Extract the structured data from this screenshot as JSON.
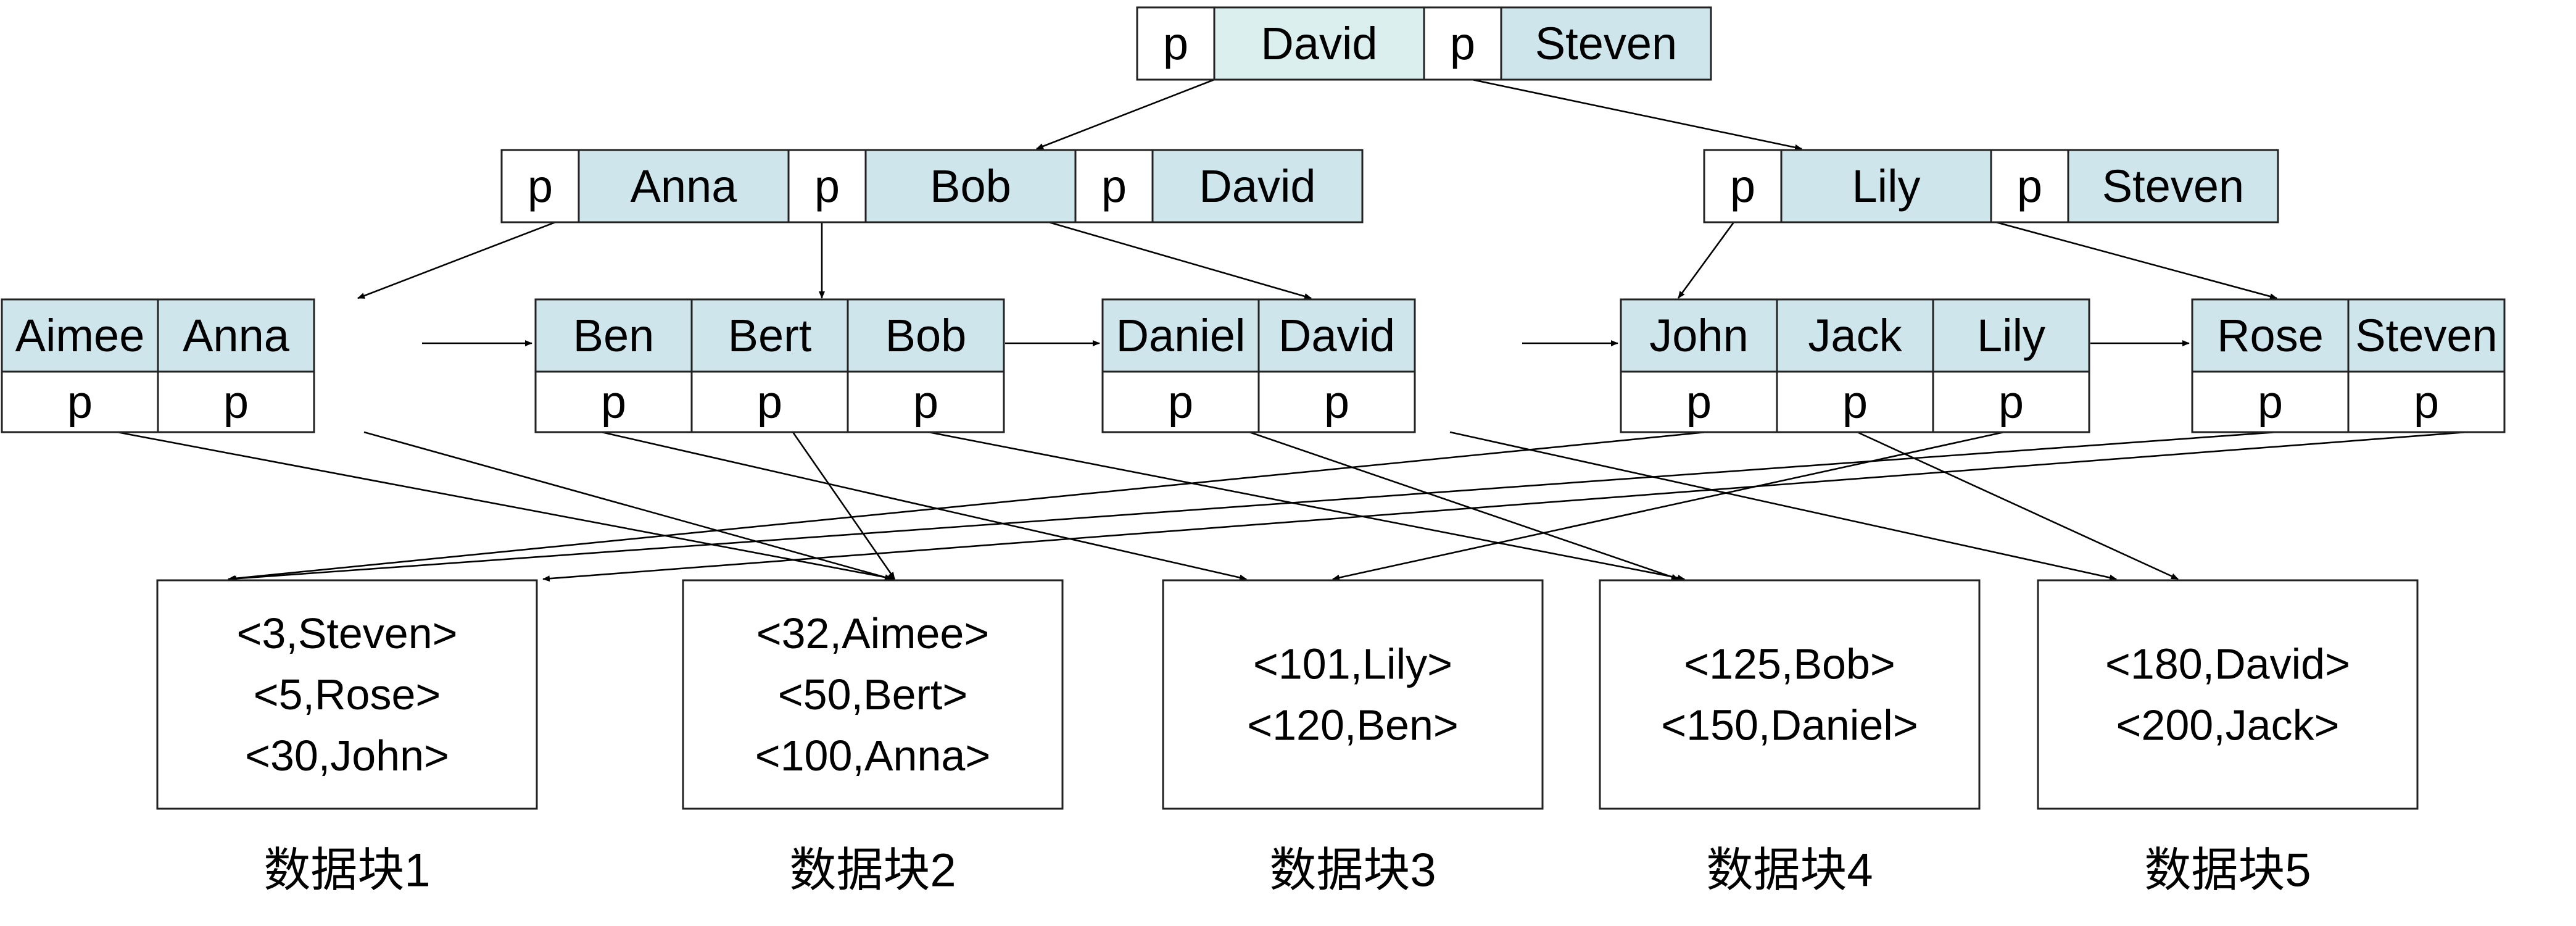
{
  "colors": {
    "key_fill": "#cde5eb",
    "key_fill_light": "#dcefef",
    "pointer_fill": "#ffffff",
    "border": "#222222",
    "line": "#000000"
  },
  "tree": {
    "root": {
      "pointer_label": "p",
      "keys": [
        "David",
        "Steven"
      ]
    },
    "internal": [
      {
        "pointer_label": "p",
        "keys": [
          "Anna",
          "Bob",
          "David"
        ]
      },
      {
        "pointer_label": "p",
        "keys": [
          "Lily",
          "Steven"
        ]
      }
    ],
    "leaves": [
      {
        "keys": [
          "Aimee",
          "Anna"
        ],
        "pointers": [
          "p",
          "p"
        ]
      },
      {
        "keys": [
          "Ben",
          "Bert",
          "Bob"
        ],
        "pointers": [
          "p",
          "p",
          "p"
        ]
      },
      {
        "keys": [
          "Daniel",
          "David"
        ],
        "pointers": [
          "p",
          "p"
        ]
      },
      {
        "keys": [
          "John",
          "Jack",
          "Lily"
        ],
        "pointers": [
          "p",
          "p",
          "p"
        ]
      },
      {
        "keys": [
          "Rose",
          "Steven"
        ],
        "pointers": [
          "p",
          "p"
        ]
      }
    ]
  },
  "data_blocks": [
    {
      "records": [
        "<3,Steven>",
        "<5,Rose>",
        "<30,John>"
      ],
      "caption": "数据块1"
    },
    {
      "records": [
        "<32,Aimee>",
        "<50,Bert>",
        "<100,Anna>"
      ],
      "caption": "数据块2"
    },
    {
      "records": [
        "<101,Lily>",
        "<120,Ben>"
      ],
      "caption": "数据块3"
    },
    {
      "records": [
        "<125,Bob>",
        "<150,Daniel>"
      ],
      "caption": "数据块4"
    },
    {
      "records": [
        "<180,David>",
        "<200,Jack>"
      ],
      "caption": "数据块5"
    }
  ]
}
